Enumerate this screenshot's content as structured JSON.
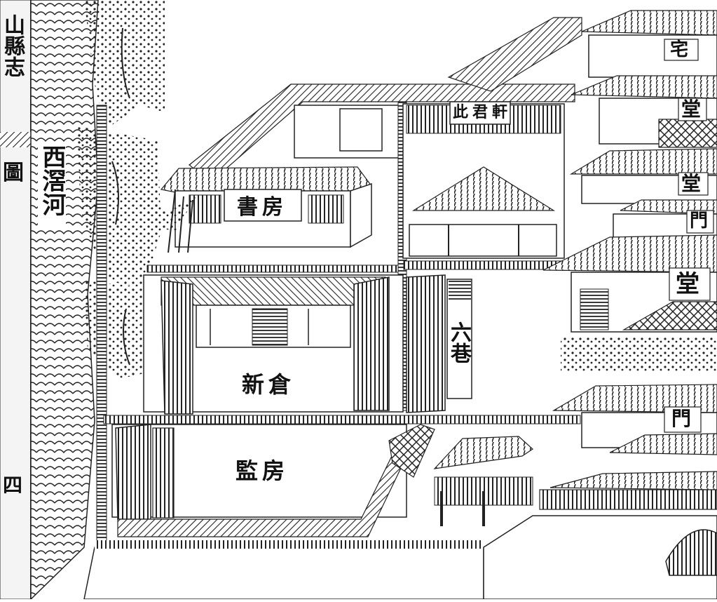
{
  "colors": {
    "paper": "#ffffff",
    "ink": "#1a1a1a",
    "shade": "#777777"
  },
  "labels": {
    "river": "西滘河",
    "study": "書房",
    "warehouse": "新倉",
    "prison": "監房",
    "pavilion": "此君軒",
    "side_road": "六巷",
    "residence": "宅",
    "hall_1": "堂",
    "hall_2": "堂",
    "gate_1": "門",
    "hall_3": "堂",
    "gate_2": "門",
    "margin_top": "山縣志",
    "margin_mid": "圖",
    "margin_low": "四"
  }
}
